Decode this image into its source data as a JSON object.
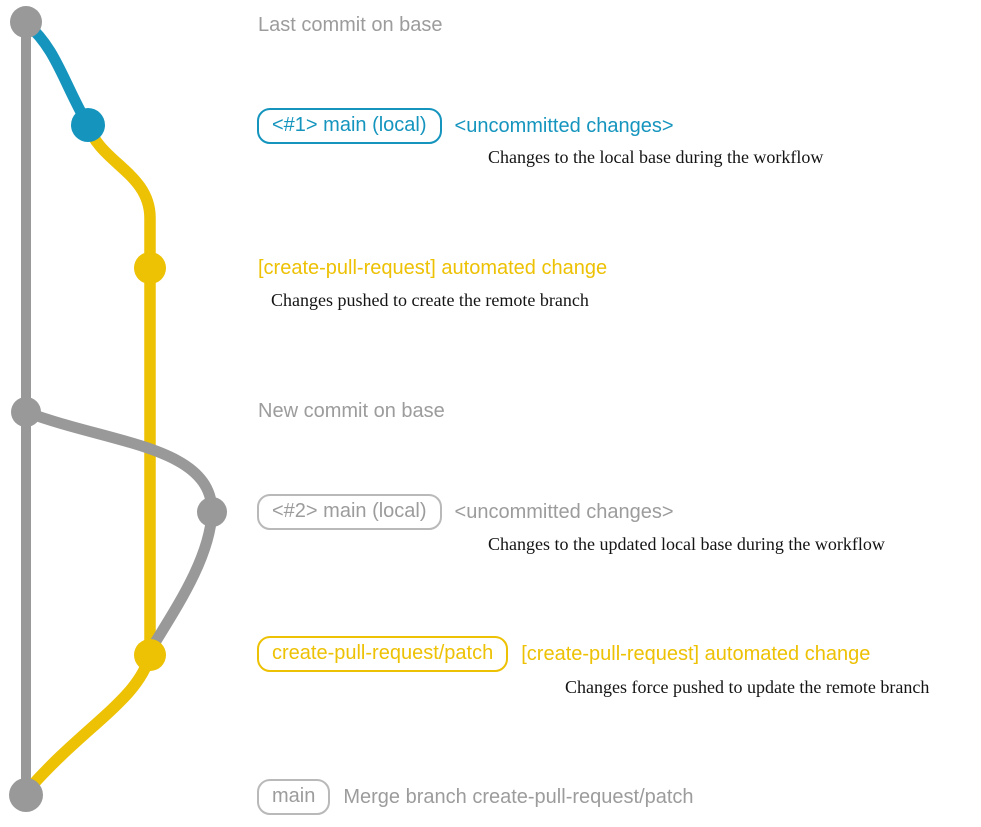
{
  "colors": {
    "line_gray": "#999999",
    "text_gray": "#9c9c9c",
    "tag_border_gray": "#b9b9b9",
    "blue": "#1595be",
    "yellow": "#edc104",
    "note_black": "#141414"
  },
  "rows": {
    "last_commit": {
      "heading": "Last commit on base"
    },
    "main_local_1": {
      "tag": "<#1> main (local)",
      "status": "<uncommitted changes>",
      "note": "Changes to the local base during the workflow"
    },
    "automated_change_1": {
      "label": "[create-pull-request] automated change",
      "note": "Changes pushed to create the remote branch"
    },
    "new_commit": {
      "heading": "New commit on base"
    },
    "main_local_2": {
      "tag": "<#2> main (local)",
      "status": "<uncommitted changes>",
      "note": "Changes to the updated local base during the workflow"
    },
    "patch_update": {
      "tag": "create-pull-request/patch",
      "label": "[create-pull-request] automated change",
      "note": "Changes force pushed to update the remote branch"
    },
    "merge": {
      "tag": "main",
      "label": "Merge branch create-pull-request/patch"
    }
  }
}
